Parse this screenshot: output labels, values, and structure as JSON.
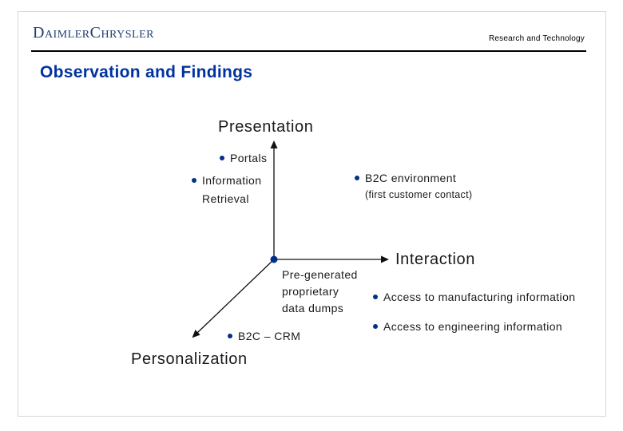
{
  "slide": {
    "header": {
      "logo_text": "DaimlerChrysler",
      "department": "Research and Technology"
    },
    "title": "Observation and Findings"
  },
  "diagram": {
    "axis_labels": {
      "presentation": "Presentation",
      "interaction": "Interaction",
      "personalization": "Personalization"
    },
    "items": {
      "portals": "Portals",
      "information_retrieval": [
        "Information",
        "Retrieval"
      ],
      "b2c_environment": "B2C environment",
      "b2c_environment_note": "(first customer contact)",
      "origin_note": [
        "Pre-generated",
        "proprietary",
        "data dumps"
      ],
      "access_manufacturing": "Access to manufacturing information",
      "access_engineering": "Access to engineering information",
      "b2c_crm": "B2C – CRM"
    }
  },
  "colors": {
    "logo_navy": "#1F3E74",
    "title_blue": "#0033A0",
    "bullet_navy": "#003087",
    "axis_black": "#111111",
    "slide_border": "#D6D6D6"
  }
}
